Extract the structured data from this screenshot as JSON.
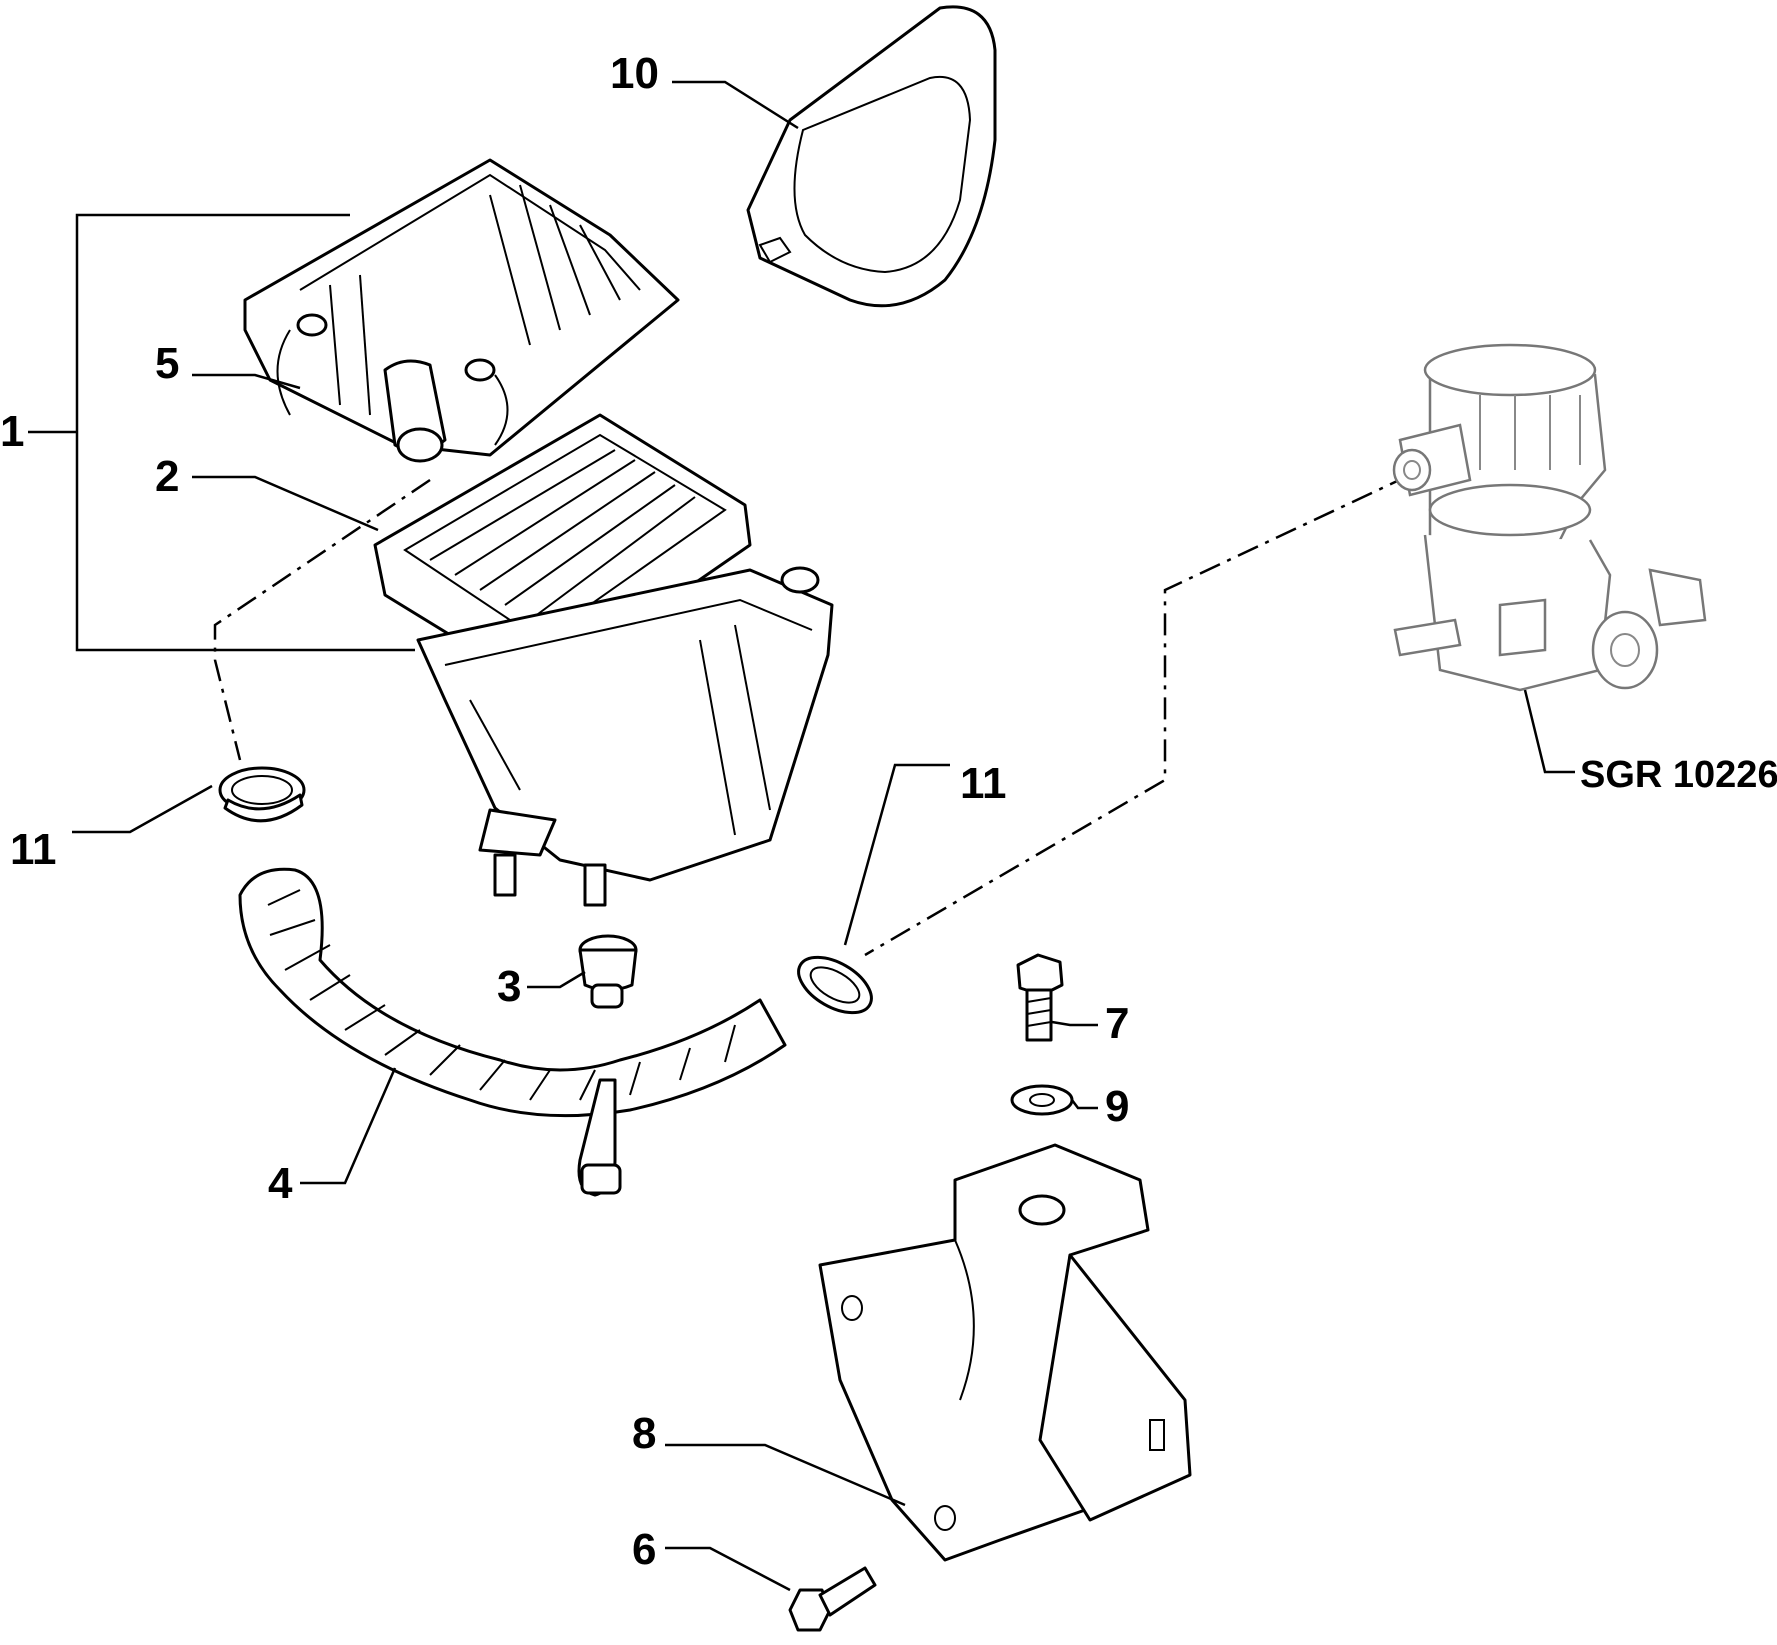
{
  "diagram": {
    "callouts": [
      {
        "id": "p1",
        "text": "1"
      },
      {
        "id": "p2",
        "text": "2"
      },
      {
        "id": "p3",
        "text": "3"
      },
      {
        "id": "p4",
        "text": "4"
      },
      {
        "id": "p5",
        "text": "5"
      },
      {
        "id": "p6",
        "text": "6"
      },
      {
        "id": "p7",
        "text": "7"
      },
      {
        "id": "p8",
        "text": "8"
      },
      {
        "id": "p9",
        "text": "9"
      },
      {
        "id": "p10",
        "text": "10"
      },
      {
        "id": "p11a",
        "text": "11"
      },
      {
        "id": "p11b",
        "text": "11"
      }
    ],
    "reference_code": "SGR 10226"
  }
}
